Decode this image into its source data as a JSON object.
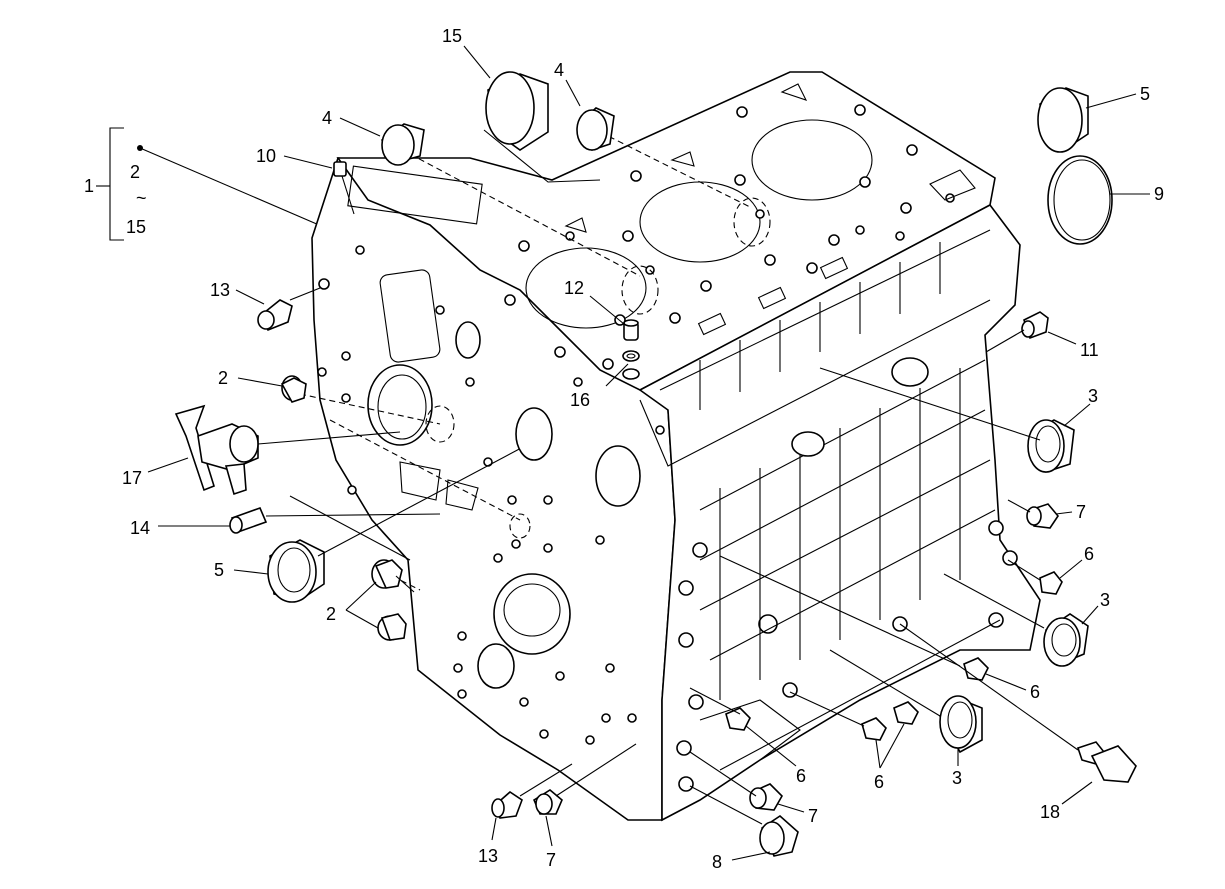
{
  "group": {
    "label": "1",
    "range_start": "2",
    "range_tilde": "~",
    "range_end": "15"
  },
  "callouts": {
    "c4a": "4",
    "c4b": "4",
    "c15": "15",
    "c5a": "5",
    "c9": "9",
    "c10": "10",
    "c13a": "13",
    "c12": "12",
    "c16": "16",
    "c11": "11",
    "c2a": "2",
    "c17": "17",
    "c14": "14",
    "c5b": "5",
    "c2b": "2",
    "c3a": "3",
    "c7a": "7",
    "c6a": "6",
    "c3b": "3",
    "c6b": "6",
    "c6c": "6",
    "c6d": "6",
    "c3c": "3",
    "c7b": "7",
    "c13b": "13",
    "c7c": "7",
    "c8": "8",
    "c18": "18"
  }
}
